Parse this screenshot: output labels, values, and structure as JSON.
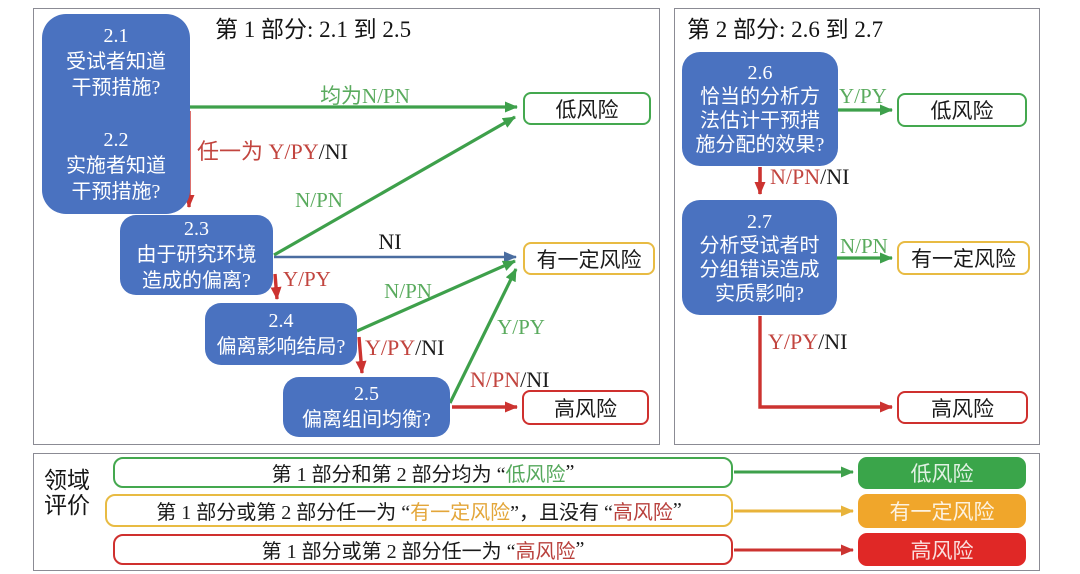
{
  "panel1": {
    "title": "第 1 部分: 2.1 到 2.5",
    "q12": {
      "n1": "2.1",
      "a1": "受试者知道",
      "a2": "干预措施?",
      "n2": "2.2",
      "b1": "实施者知道",
      "b2": "干预措施?"
    },
    "q23": {
      "n": "2.3",
      "l1": "由于研究环境",
      "l2": "造成的偏离?"
    },
    "q24": {
      "n": "2.4",
      "l1": "偏离影响结局?"
    },
    "q25": {
      "n": "2.5",
      "l1": "偏离组间均衡?"
    },
    "out_low": "低风险",
    "out_some": "有一定风险",
    "out_high": "高风险",
    "labels": {
      "all_npn": "均为N/PN",
      "any_red": "任一为 Y/PY",
      "any_black": "/NI",
      "npn23": "N/PN",
      "ni": "NI",
      "ypy23": "Y/PY",
      "npn24": "N/PN",
      "ypy24_red": "Y/PY",
      "ypy24_black": "/NI",
      "ypy25": "Y/PY",
      "npn25_red": "N/PN",
      "npn25_black": "/NI"
    }
  },
  "panel2": {
    "title": "第 2 部分: 2.6 到 2.7",
    "q26": {
      "n": "2.6",
      "l1": "恰当的分析方",
      "l2": "法估计干预措",
      "l3": "施分配的效果?"
    },
    "q27": {
      "n": "2.7",
      "l1": "分析受试者时",
      "l2": "分组错误造成",
      "l3": "实质影响?"
    },
    "out_low": "低风险",
    "out_some": "有一定风险",
    "out_high": "高风险",
    "labels": {
      "ypy26": "Y/PY",
      "npn26_red": "N/PN",
      "npn26_black": "/NI",
      "npn27": "N/PN",
      "ypy27_red": "Y/PY",
      "ypy27_black": "/NI"
    }
  },
  "summary": {
    "domain_l1": "领域",
    "domain_l2": "评价",
    "row_low": {
      "pre": "第 1 部分和第 2 部分均为 “",
      "risk": "低风险",
      "post": "”"
    },
    "row_some": {
      "pre": "第 1 部分或第 2 部分任一为 “",
      "risk1": "有一定风险",
      "mid": "”，且没有 “",
      "risk2": "高风险",
      "post": "”"
    },
    "row_high": {
      "pre": "第 1 部分或第 2 部分任一为 “",
      "risk": "高风险",
      "post": "”"
    },
    "result_low": "低风险",
    "result_some": "有一定风险",
    "result_high": "高风险"
  },
  "colors": {
    "node_blue": "#4a72c0",
    "arrow_green": "#3ea04b",
    "arrow_red": "#cc3330",
    "arrow_blue": "#4a6da0",
    "arrow_amber": "#e8b33a",
    "fill_green": "#3aa54a",
    "fill_amber": "#f0a62b",
    "fill_red": "#e02826"
  }
}
